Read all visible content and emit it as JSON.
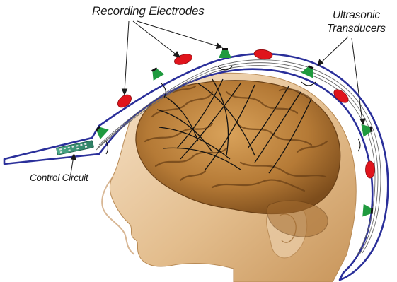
{
  "labels": {
    "recording_electrodes": "Recording Electrodes",
    "ultrasonic_line1": "Ultrasonic",
    "ultrasonic_line2": "Transducers",
    "control_circuit": "Control Circuit"
  },
  "colors": {
    "helmet_outline": "#2a2f9a",
    "electrode": "#e0141c",
    "transducer": "#1f9a3e",
    "wire": "#555555",
    "skin_light": "#f3dcc0",
    "skin_mid": "#d9b07f",
    "brain_base": "#b8803e",
    "brain_shadow": "#6a4016",
    "waves": "#111111"
  },
  "icons": {
    "electrode": "red-ellipse",
    "transducer": "green-trapezoid"
  }
}
